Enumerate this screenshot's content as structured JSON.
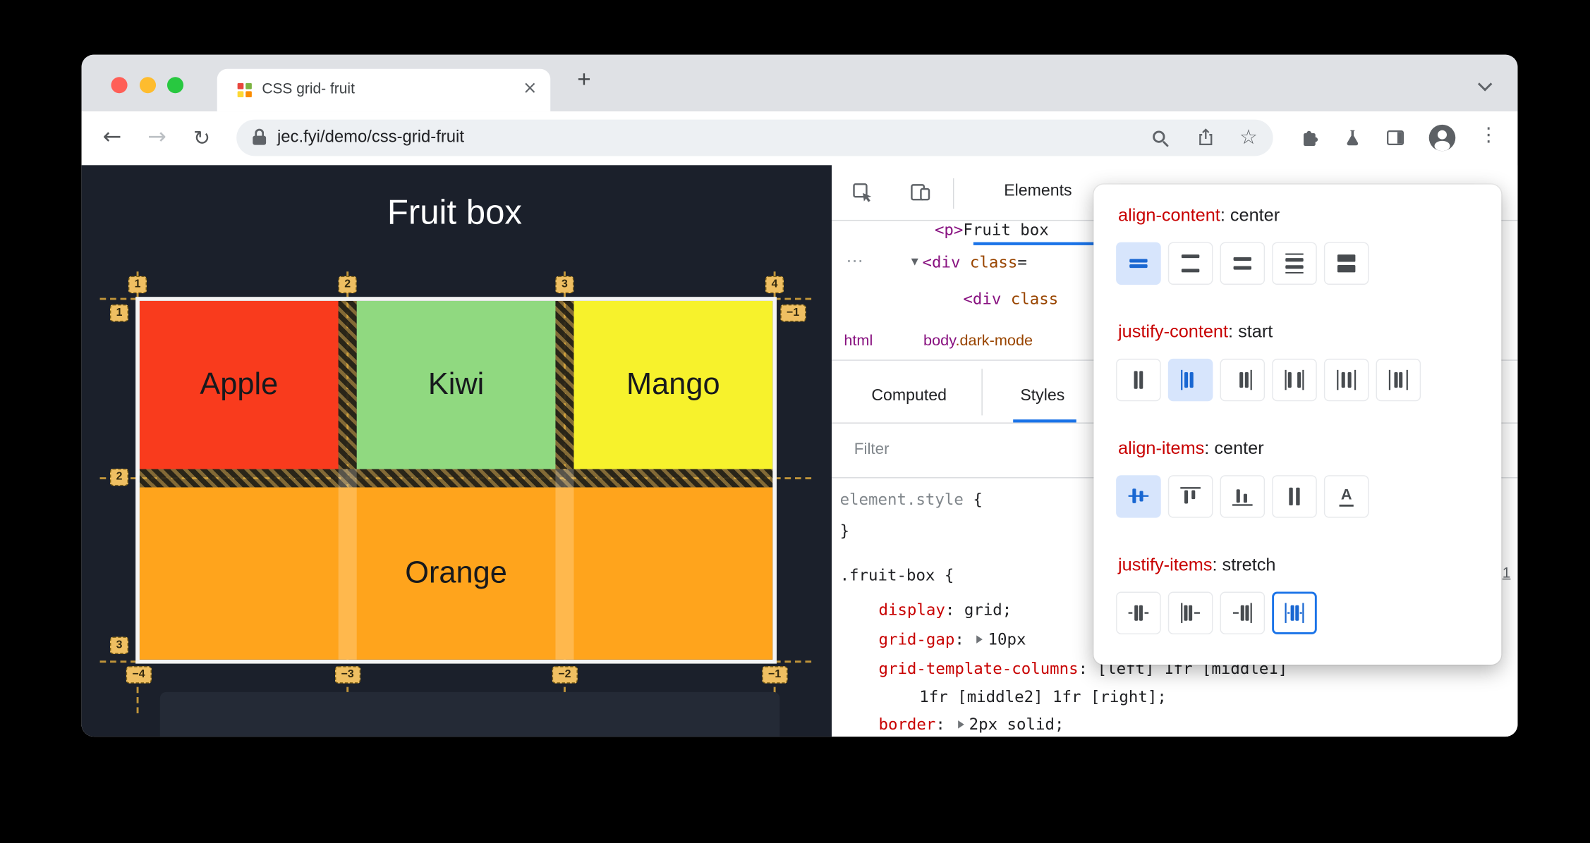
{
  "punct": {
    "colon_space": ": "
  },
  "glyphs": {
    "back": "←",
    "forward": "→",
    "reload": "↻",
    "star": "☆",
    "plus": "+",
    "close": "×",
    "menu_dots": "⋮",
    "overflow_dots": "⋯",
    "expander_down": "▼",
    "baseline_a": "A"
  },
  "browser": {
    "tab_title": "CSS grid- fruit",
    "url": "jec.fyi/demo/css-grid-fruit",
    "traffic_lights": {
      "close": "#ff5f57",
      "minimize": "#febc2e",
      "zoom": "#28c840"
    }
  },
  "page": {
    "title": "Fruit box",
    "cells": [
      {
        "label": "Apple",
        "color": "#f93b1d"
      },
      {
        "label": "Kiwi",
        "color": "#90d980"
      },
      {
        "label": "Mango",
        "color": "#f7f22c"
      },
      {
        "label": "Orange",
        "color": "#ffa41c"
      }
    ],
    "grid_lines": {
      "top": [
        "1",
        "2",
        "3",
        "4"
      ],
      "left": [
        "1",
        "2",
        "3"
      ],
      "right": [
        "−1"
      ],
      "bottom": [
        "−4",
        "−3",
        "−2",
        "−1"
      ]
    }
  },
  "devtools": {
    "panel_tab": "Elements",
    "dom": {
      "p_tag": "<p>",
      "p_text": "Fruit box",
      "div_tag": "<div",
      "div_attr": " class",
      "div_eq": "=",
      "child_tag": "<div",
      "child_attr": " class"
    },
    "breadcrumbs": {
      "html": "html",
      "body": "body",
      "body_class": ".dark-mode"
    },
    "tabs": [
      "Computed",
      "Styles"
    ],
    "filter_placeholder": "Filter",
    "styles": {
      "element_style_selector": "element.style",
      "brace_open": " {",
      "brace_close": "}",
      "rule_selector": ".fruit-box {",
      "source_link": "1",
      "props": [
        {
          "name": "display",
          "value": "grid;"
        },
        {
          "name": "grid-gap",
          "value": "10px"
        },
        {
          "name": "grid-template-columns",
          "value": "[left] 1fr [middle1]",
          "value_wrap": "1fr [middle2] 1fr [right];"
        },
        {
          "name": "border",
          "value": "2px solid;"
        }
      ]
    }
  },
  "popup": {
    "sections": [
      {
        "property": "align-content",
        "value": "center",
        "selected": "center",
        "options": [
          "center",
          "space-between",
          "space-around",
          "space-evenly",
          "stretch"
        ]
      },
      {
        "property": "justify-content",
        "value": "start",
        "selected": "start",
        "options": [
          "center",
          "start",
          "end",
          "space-between",
          "space-around",
          "space-evenly"
        ]
      },
      {
        "property": "align-items",
        "value": "center",
        "selected": "center",
        "options": [
          "center",
          "start",
          "end",
          "stretch",
          "baseline"
        ]
      },
      {
        "property": "justify-items",
        "value": "stretch",
        "selected": "stretch",
        "options": [
          "center",
          "start",
          "end",
          "stretch"
        ]
      }
    ]
  },
  "colors": {
    "accent_blue": "#1a73e8",
    "css_property_red": "#c80000",
    "tag_purple": "#881280",
    "attr_orange": "#994500",
    "page_background": "#1b202b",
    "overlay_line": "#d2a13f",
    "badge_background": "#efbf62"
  }
}
